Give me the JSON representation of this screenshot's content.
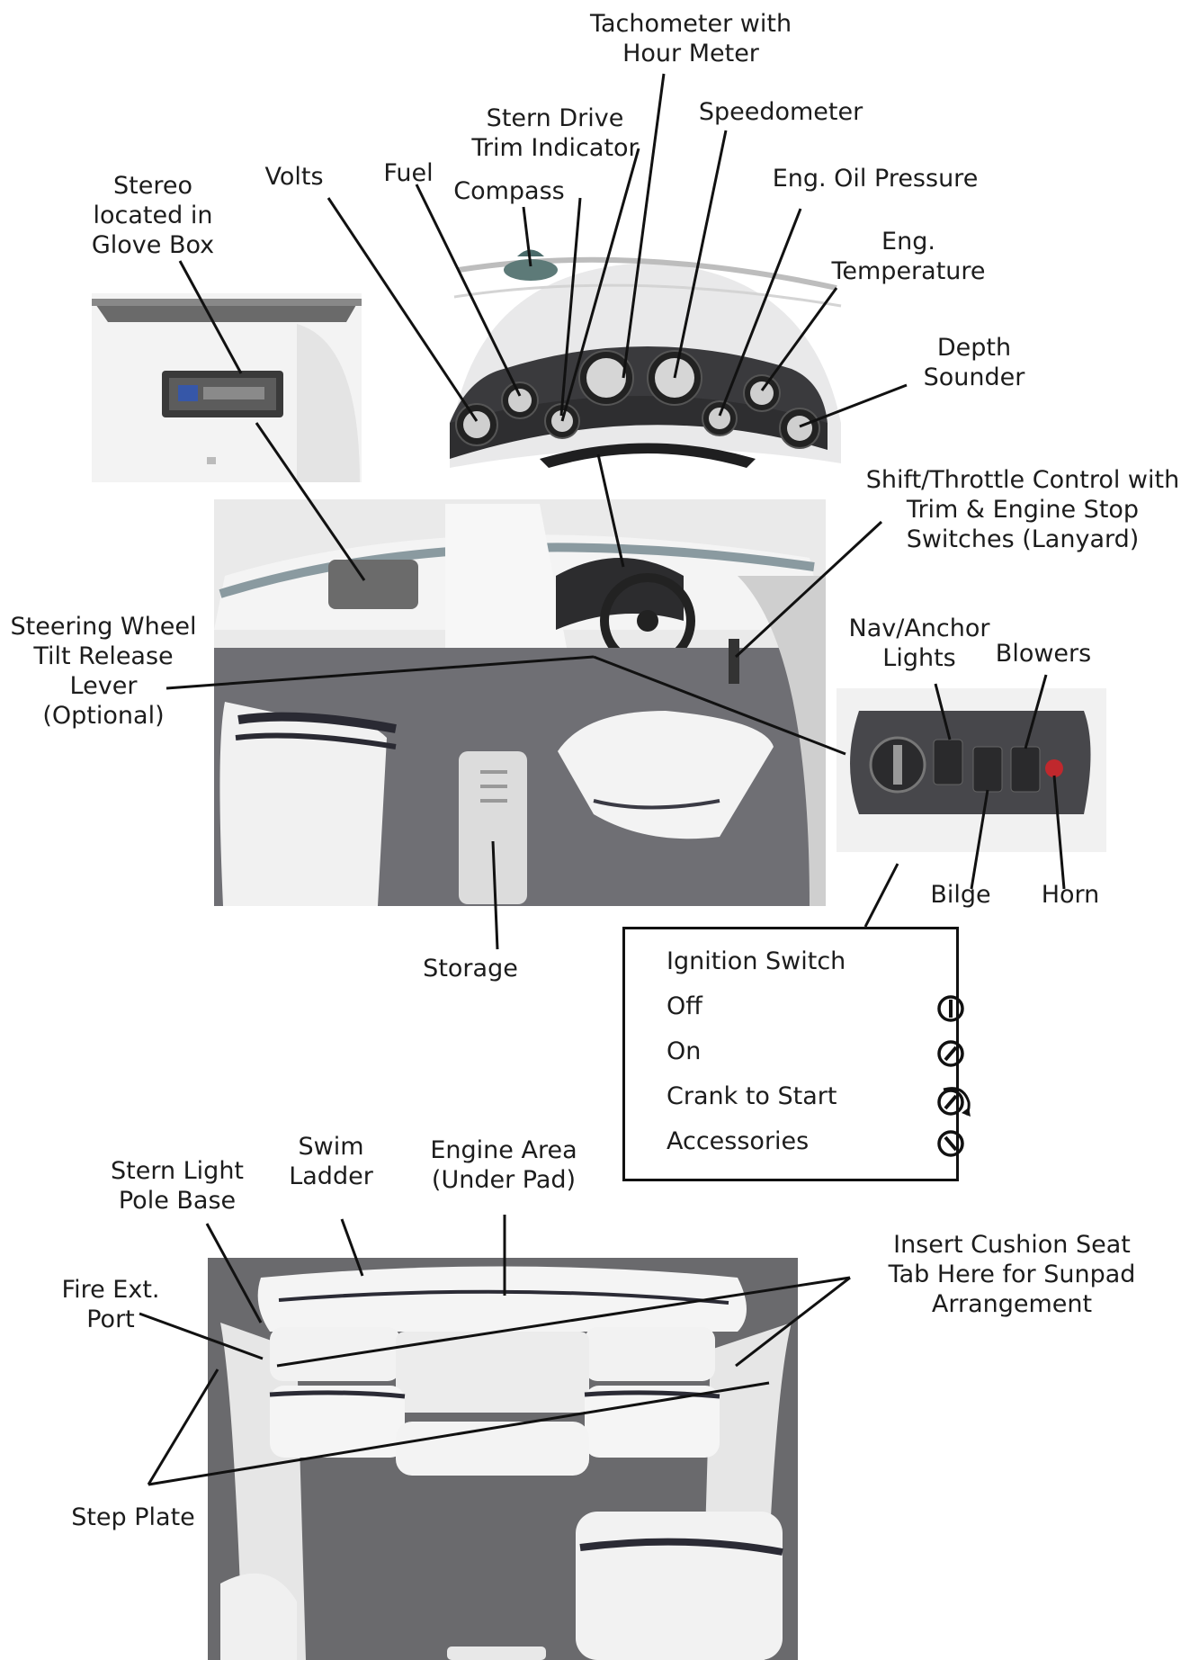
{
  "labels": {
    "tachometer": [
      "Tachometer with",
      "Hour Meter"
    ],
    "stern_drive": [
      "Stern Drive",
      "Trim Indicator"
    ],
    "speedometer": "Speedometer",
    "stereo": [
      "Stereo",
      "located in",
      "Glove Box"
    ],
    "volts": "Volts",
    "fuel": "Fuel",
    "compass": "Compass",
    "oil_pressure": "Eng. Oil Pressure",
    "eng_temp": [
      "Eng.",
      "Temperature"
    ],
    "depth_sounder": [
      "Depth",
      "Sounder"
    ],
    "shift_throttle": [
      "Shift/Throttle Control with",
      "Trim & Engine Stop",
      "Switches (Lanyard)"
    ],
    "steering_tilt": [
      "Steering Wheel",
      "Tilt Release",
      "Lever",
      "(Optional)"
    ],
    "nav_anchor": [
      "Nav/Anchor",
      "Lights"
    ],
    "blowers": "Blowers",
    "bilge": "Bilge",
    "horn": "Horn",
    "storage": "Storage",
    "swim_ladder": [
      "Swim",
      "Ladder"
    ],
    "engine_area": [
      "Engine Area",
      "(Under Pad)"
    ],
    "stern_light": [
      "Stern Light",
      "Pole Base"
    ],
    "fire_ext": [
      "Fire Ext.",
      "Port"
    ],
    "insert_cushion": [
      "Insert Cushion Seat",
      "Tab Here for Sunpad",
      "Arrangement"
    ],
    "step_plate": "Step Plate"
  },
  "ignition": {
    "title": "Ignition Switch",
    "rows": [
      {
        "label": "Off",
        "icon": "off-position-icon"
      },
      {
        "label": "On",
        "icon": "on-position-icon"
      },
      {
        "label": "Crank to Start",
        "icon": "crank-position-icon"
      },
      {
        "label": "Accessories",
        "icon": "accessories-position-icon"
      }
    ]
  }
}
